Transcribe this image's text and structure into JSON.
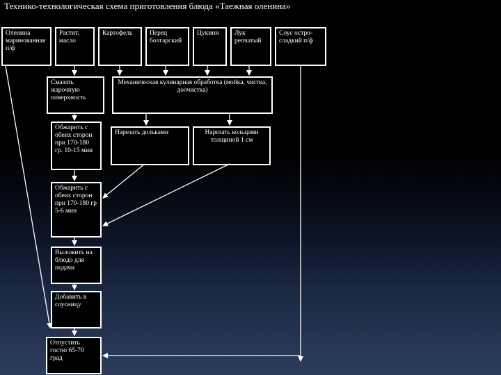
{
  "title": "Технико-технологическая схема приготовления блюда «Таежная оленина»",
  "ingredients": {
    "venison": "Оленина маринованная п/ф",
    "oil": "Растит. масло",
    "potato": "Картофель",
    "pepper": "Перец болгарский",
    "zucchini": "Цукини",
    "onion": "Лук репчатый",
    "sauce": "Соус остро-сладкий п/ф"
  },
  "steps": {
    "grease": "Смазать жарочную поверхность",
    "mechanical": "Механическая кулинарная обработка (мойка, чистка, доочистка)",
    "slice_wedges": "Нарезать дольками",
    "slice_rings": "Нарезать кольцами толщиной 1 см",
    "fry1": "Обжарить с обеих сторон при 170-180 гр. 10-15 мин",
    "fry2": "Обжарить с обеих сторон при 170-180 гр 5-6 мин",
    "plate": "Выложить на блюдо для подачи",
    "gravy_boat": "Добавить в соусницу",
    "serve": "Отпустить гостю 65-70 град"
  }
}
